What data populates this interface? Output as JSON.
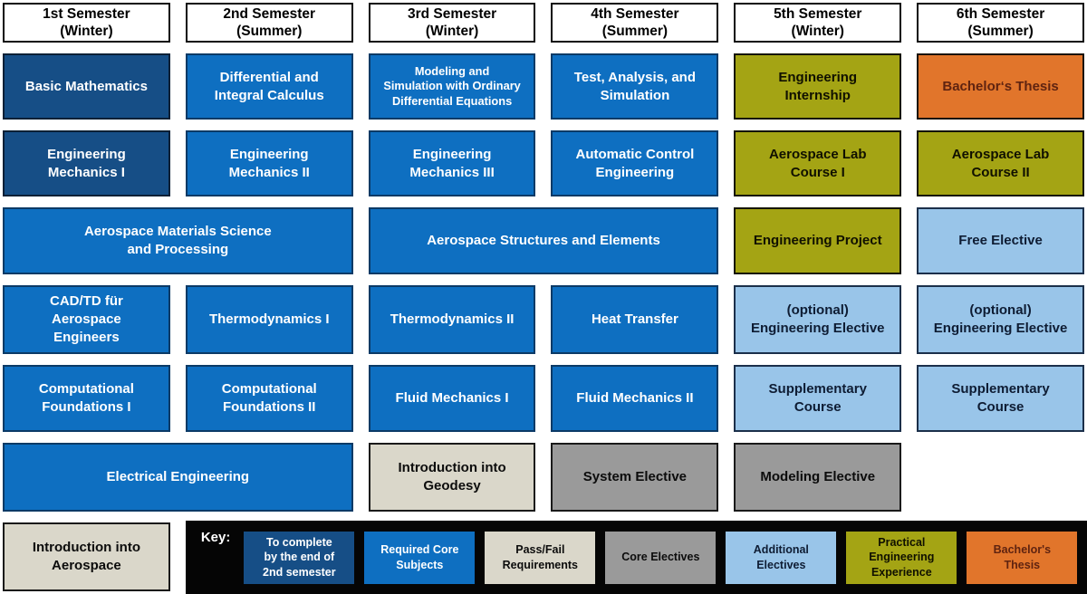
{
  "colors": {
    "navy": "#164E86",
    "navy_border": "#0A2036",
    "blue": "#0E6FC1",
    "blue_border": "#0B3A66",
    "olive": "#A4A414",
    "orange": "#E1752B",
    "orange_text": "#5F2310",
    "lightblue": "#99C5E9",
    "gray": "#9A9A9A",
    "beige": "#DAD7CA",
    "key_bg": "#050505"
  },
  "headers": [
    "1st Semester\n(Winter)",
    "2nd Semester\n(Summer)",
    "3rd Semester\n(Winter)",
    "4th Semester\n(Summer)",
    "5th Semester\n(Winter)",
    "6th Semester\n(Summer)"
  ],
  "courses": {
    "basic_mathematics": {
      "label": "Basic Mathematics",
      "category": "to_complete_by_end_of_2nd_semester"
    },
    "diff_integral_calculus": {
      "label": "Differential and\nIntegral Calculus",
      "category": "required_core"
    },
    "modeling_simulation_ode": {
      "label": "Modeling and\nSimulation with Ordinary\nDifferential Equations",
      "category": "required_core"
    },
    "test_analysis_simulation": {
      "label": "Test, Analysis, and\nSimulation",
      "category": "required_core"
    },
    "engineering_internship": {
      "label": "Engineering\nInternship",
      "category": "practical_engineering_experience"
    },
    "bachelors_thesis": {
      "label": "Bachelor‘s Thesis",
      "category": "bachelors_thesis"
    },
    "engineering_mechanics_1": {
      "label": "Engineering\nMechanics I",
      "category": "to_complete_by_end_of_2nd_semester"
    },
    "engineering_mechanics_2": {
      "label": "Engineering\nMechanics II",
      "category": "required_core"
    },
    "engineering_mechanics_3": {
      "label": "Engineering\nMechanics III",
      "category": "required_core"
    },
    "automatic_control": {
      "label": "Automatic Control\nEngineering",
      "category": "required_core"
    },
    "aerospace_lab_1": {
      "label": "Aerospace Lab\nCourse I",
      "category": "practical_engineering_experience"
    },
    "aerospace_lab_2": {
      "label": "Aerospace Lab\nCourse II",
      "category": "practical_engineering_experience"
    },
    "aerospace_materials": {
      "label": "Aerospace Materials Science\nand Processing",
      "category": "required_core"
    },
    "aerospace_structures": {
      "label": "Aerospace Structures and Elements",
      "category": "required_core"
    },
    "engineering_project": {
      "label": "Engineering Project",
      "category": "practical_engineering_experience"
    },
    "free_elective": {
      "label": "Free Elective",
      "category": "additional_electives"
    },
    "cad_td": {
      "label": "CAD/TD für\nAerospace\nEngineers",
      "category": "required_core"
    },
    "thermodynamics_1": {
      "label": "Thermodynamics I",
      "category": "required_core"
    },
    "thermodynamics_2": {
      "label": "Thermodynamics II",
      "category": "required_core"
    },
    "heat_transfer": {
      "label": "Heat Transfer",
      "category": "required_core"
    },
    "optional_engineering_elective_5": {
      "label": "(optional)\nEngineering Elective",
      "category": "additional_electives"
    },
    "optional_engineering_elective_6": {
      "label": "(optional)\nEngineering Elective",
      "category": "additional_electives"
    },
    "computational_foundations_1": {
      "label": "Computational\nFoundations I",
      "category": "required_core"
    },
    "computational_foundations_2": {
      "label": "Computational\nFoundations II",
      "category": "required_core"
    },
    "fluid_mechanics_1": {
      "label": "Fluid Mechanics I",
      "category": "required_core"
    },
    "fluid_mechanics_2": {
      "label": "Fluid Mechanics II",
      "category": "required_core"
    },
    "supplementary_course_5": {
      "label": "Supplementary\nCourse",
      "category": "additional_electives"
    },
    "supplementary_course_6": {
      "label": "Supplementary\nCourse",
      "category": "additional_electives"
    },
    "electrical_engineering": {
      "label": "Electrical Engineering",
      "category": "required_core"
    },
    "intro_geodesy": {
      "label": "Introduction into\nGeodesy",
      "category": "pass_fail"
    },
    "system_elective": {
      "label": "System Elective",
      "category": "core_electives"
    },
    "modeling_elective": {
      "label": "Modeling Elective",
      "category": "core_electives"
    },
    "intro_aerospace": {
      "label": "Introduction into\nAerospace",
      "category": "pass_fail"
    }
  },
  "key": {
    "label": "Key:",
    "items": [
      {
        "label": "To complete\nby the end of\n2nd semester",
        "category": "to_complete_by_end_of_2nd_semester"
      },
      {
        "label": "Required Core\nSubjects",
        "category": "required_core"
      },
      {
        "label": "Pass/Fail\nRequirements",
        "category": "pass_fail"
      },
      {
        "label": "Core Electives",
        "category": "core_electives"
      },
      {
        "label": "Additional\nElectives",
        "category": "additional_electives"
      },
      {
        "label": "Practical\nEngineering\nExperience",
        "category": "practical_engineering_experience"
      },
      {
        "label": "Bachelor's\nThesis",
        "category": "bachelors_thesis"
      }
    ]
  }
}
